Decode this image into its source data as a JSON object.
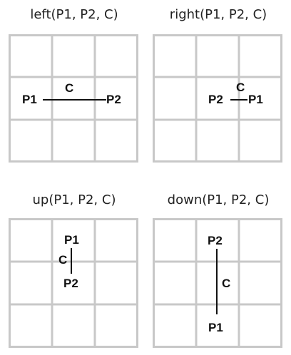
{
  "panels": {
    "left": {
      "title": "left(P1, P2, C)",
      "p1": "P1",
      "p2": "P2",
      "c": "C"
    },
    "right": {
      "title": "right(P1, P2, C)",
      "p1": "P1",
      "p2": "P2",
      "c": "C"
    },
    "up": {
      "title": "up(P1, P2, C)",
      "p1": "P1",
      "p2": "P2",
      "c": "C"
    },
    "down": {
      "title": "down(P1, P2, C)",
      "p1": "P1",
      "p2": "P2",
      "c": "C"
    }
  },
  "colors": {
    "grid": "#c8c8c8",
    "line": "#111111",
    "text": "#111111"
  }
}
